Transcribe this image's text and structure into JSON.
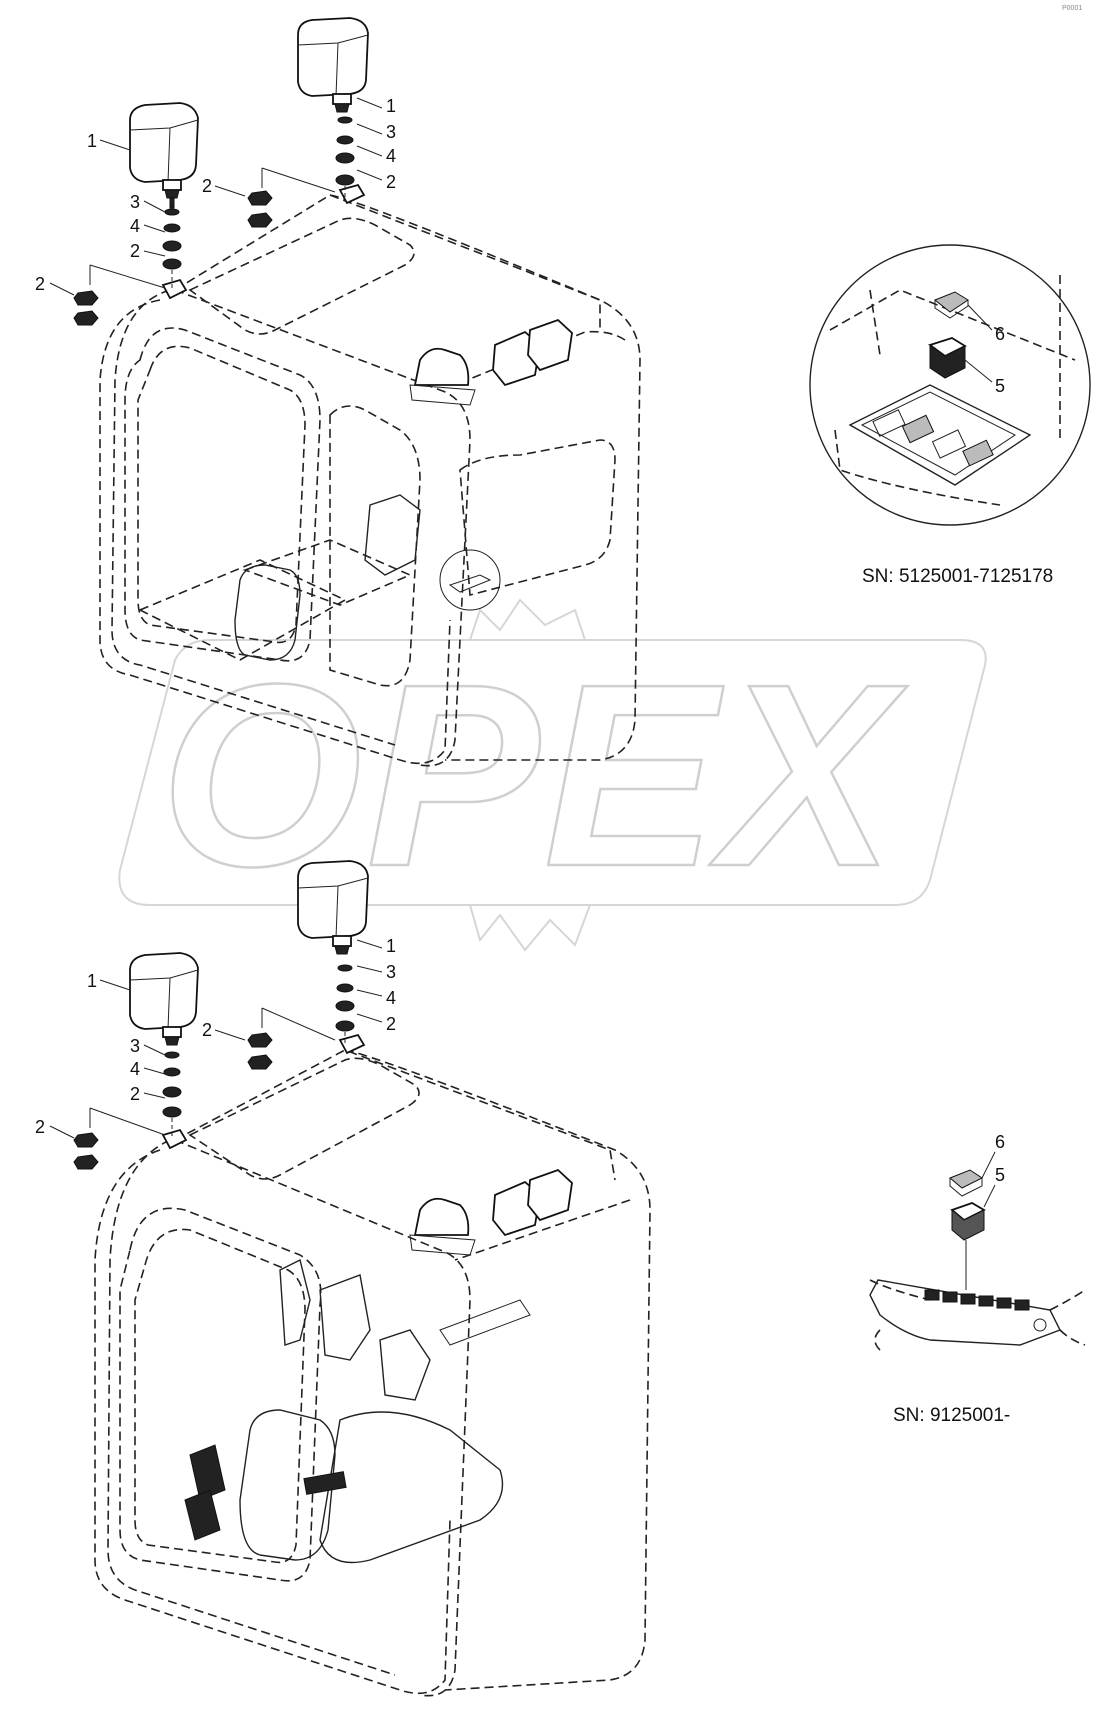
{
  "watermark": "OPEX",
  "corner_mark": "P0001",
  "callouts": [
    "1",
    "2",
    "3",
    "4",
    "5",
    "6"
  ],
  "views": [
    {
      "serial_label": "SN: 5125001-7125178"
    },
    {
      "serial_label": "SN: 9125001-"
    }
  ]
}
